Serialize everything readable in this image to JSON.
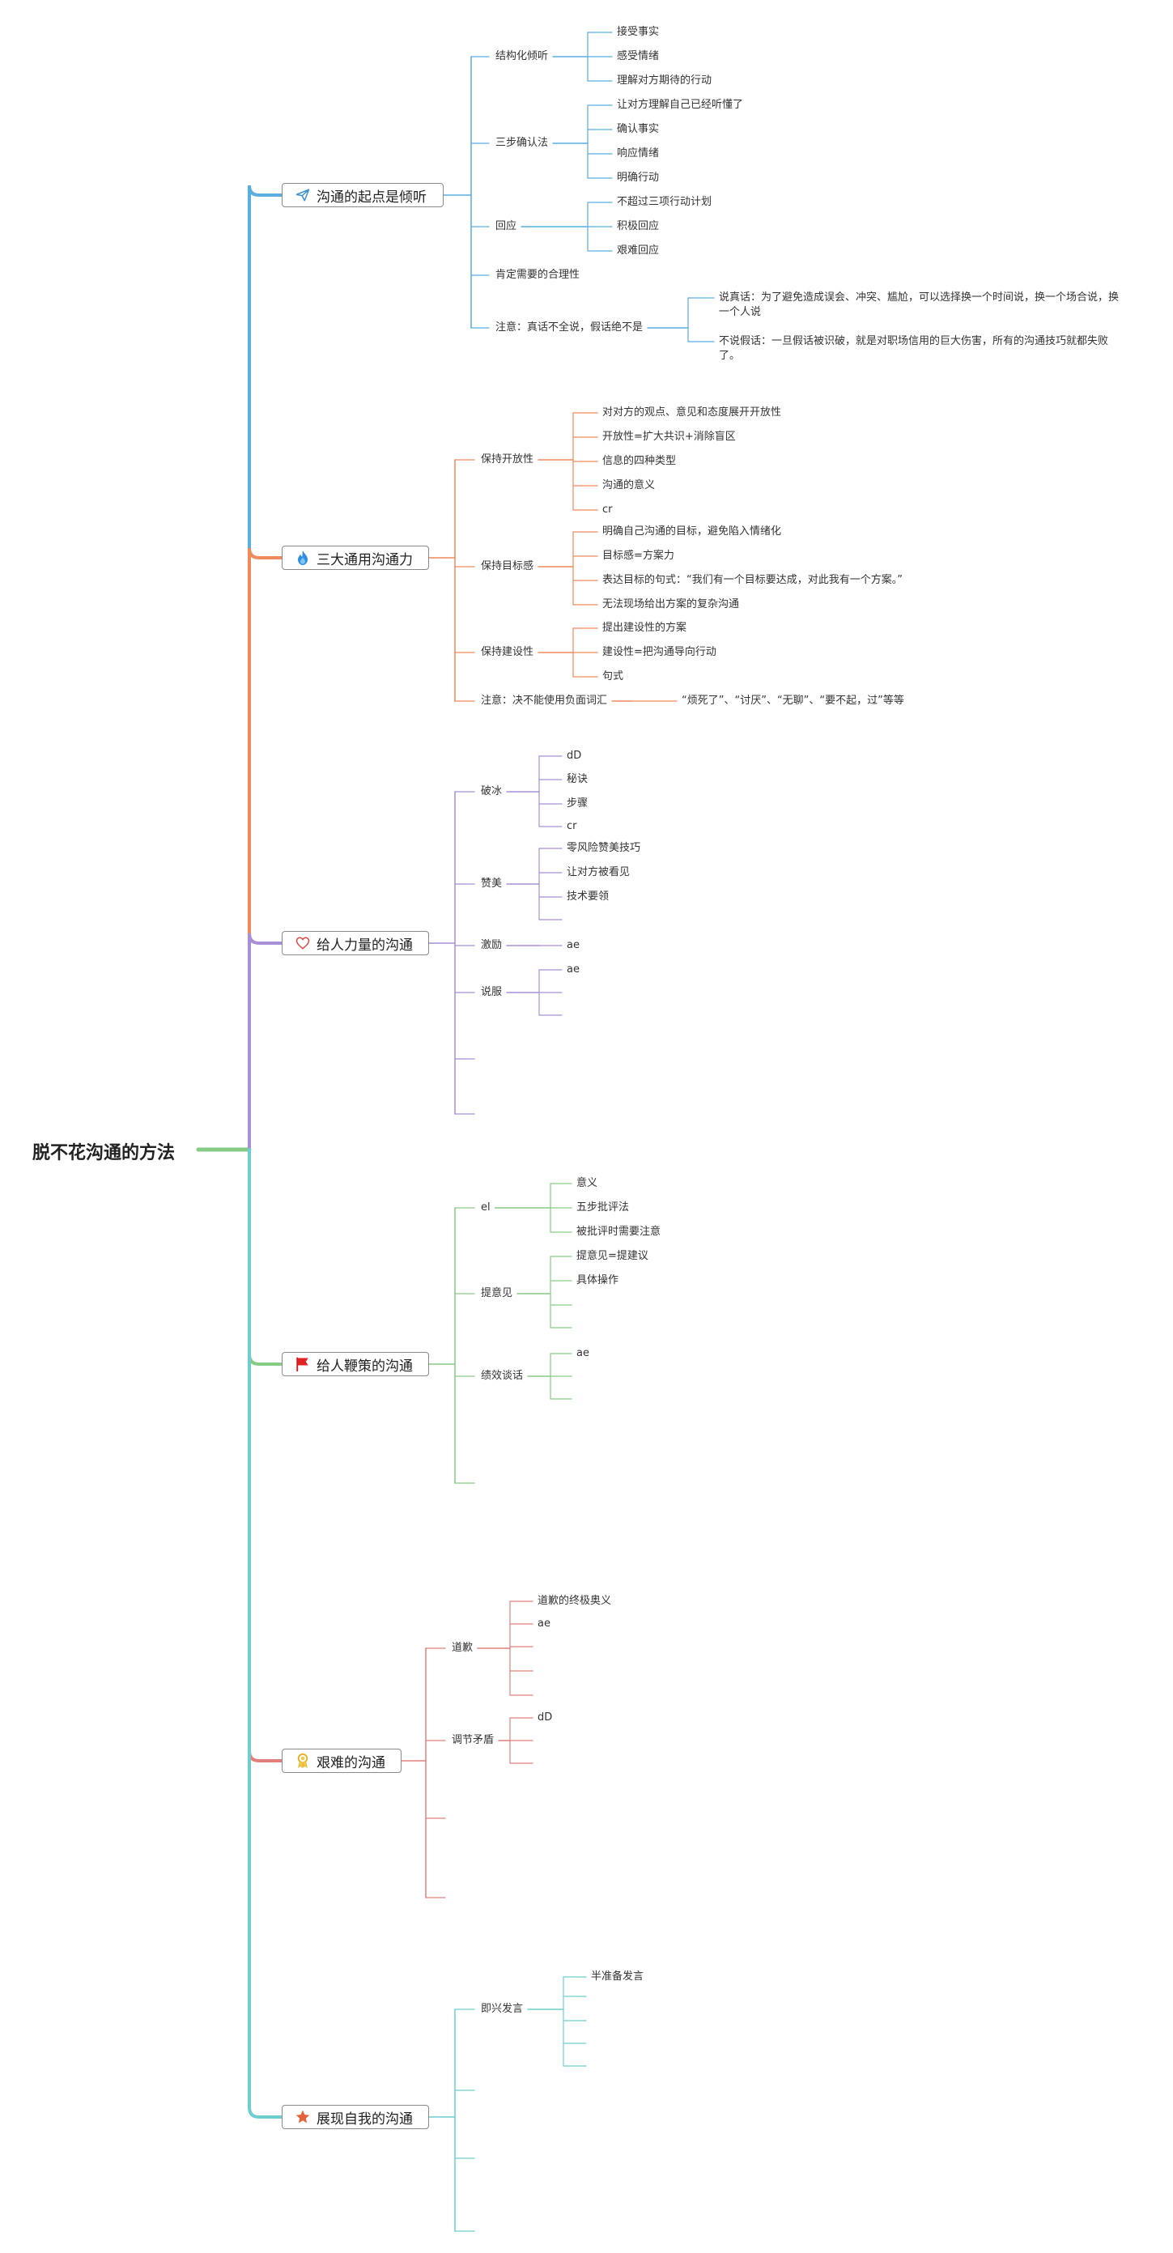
{
  "root": {
    "title": "脱不花沟通的方法"
  },
  "branches": [
    {
      "label": "沟通的起点是倾听",
      "icon": "paper-plane-icon",
      "color": "#5aaee0",
      "children": [
        {
          "label": "结构化倾听",
          "children": [
            "接受事实",
            "感受情绪",
            "理解对方期待的行动"
          ]
        },
        {
          "label": "三步确认法",
          "children": [
            "让对方理解自己已经听懂了",
            "确认事实",
            "响应情绪",
            "明确行动"
          ]
        },
        {
          "label": "回应",
          "children": [
            "不超过三项行动计划",
            "积极回应",
            "艰难回应"
          ]
        },
        {
          "label": "肯定需要的合理性",
          "children": []
        },
        {
          "label": "注意：真话不全说，假话绝不是",
          "children": [
            "说真话：为了避免造成误会、冲突、尴尬，可以选择换一个时间说，换一个场合说，换一个人说",
            "不说假话：一旦假话被识破，就是对职场信用的巨大伤害，所有的沟通技巧就都失败了。"
          ]
        }
      ]
    },
    {
      "label": "三大通用沟通力",
      "icon": "fire-icon",
      "color": "#ef8a5c",
      "children": [
        {
          "label": "保持开放性",
          "children": [
            "对对方的观点、意见和态度展开开放性",
            "开放性=扩大共识+消除盲区",
            "信息的四种类型",
            "沟通的意义",
            "cr"
          ]
        },
        {
          "label": "保持目标感",
          "children": [
            "明确自己沟通的目标，避免陷入情绪化",
            "目标感=方案力",
            "表达目标的句式：“我们有一个目标要达成，对此我有一个方案。”",
            "无法现场给出方案的复杂沟通"
          ]
        },
        {
          "label": "保持建设性",
          "children": [
            "提出建设性的方案",
            "建设性=把沟通导向行动",
            "句式"
          ]
        },
        {
          "label": "注意：决不能使用负面词汇",
          "children": [
            "“烦死了”、“讨厌”、“无聊”、“要不起，过”等等"
          ]
        }
      ]
    },
    {
      "label": "给人力量的沟通",
      "icon": "heart-icon",
      "color": "#a98fd6",
      "children": [
        {
          "label": "破冰",
          "children": [
            "dD",
            "秘诀",
            "步骤",
            "cr"
          ]
        },
        {
          "label": "赞美",
          "children": [
            "零风险赞美技巧",
            "让对方被看见",
            "技术要领",
            ""
          ]
        },
        {
          "label": "激励",
          "children": [
            "ae"
          ]
        },
        {
          "label": "说服",
          "children": [
            "ae",
            "",
            ""
          ]
        },
        {
          "label": "",
          "children": []
        },
        {
          "label": "",
          "children": []
        }
      ]
    },
    {
      "label": "给人鞭策的沟通",
      "icon": "flag-icon",
      "color": "#86cc84",
      "children": [
        {
          "label": "el",
          "children": [
            "意义",
            "五步批评法",
            "被批评时需要注意"
          ]
        },
        {
          "label": "提意见",
          "children": [
            "提意见=提建议",
            "具体操作",
            "",
            ""
          ]
        },
        {
          "label": "绩效谈话",
          "children": [
            "ae",
            "",
            ""
          ]
        },
        {
          "label": "",
          "children": []
        }
      ]
    },
    {
      "label": "艰难的沟通",
      "icon": "award-icon",
      "color": "#e4807c",
      "children": [
        {
          "label": "道歉",
          "children": [
            "道歉的终极奥义",
            "ae",
            "",
            "",
            ""
          ]
        },
        {
          "label": "调节矛盾",
          "children": [
            "dD",
            "",
            ""
          ]
        },
        {
          "label": "",
          "children": []
        },
        {
          "label": "",
          "children": []
        }
      ]
    },
    {
      "label": "展现自我的沟通",
      "icon": "star-icon",
      "color": "#6fcfd0",
      "children": [
        {
          "label": "即兴发言",
          "children": [
            "半准备发言",
            "",
            "",
            "",
            ""
          ]
        },
        {
          "label": "",
          "children": []
        },
        {
          "label": "",
          "children": []
        },
        {
          "label": "",
          "children": []
        }
      ]
    }
  ]
}
